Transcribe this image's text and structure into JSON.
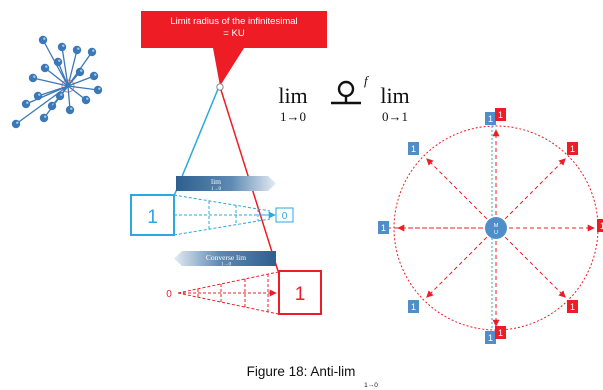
{
  "callout": {
    "text_line1": "Limit radius of the infinitesimal",
    "text_line2": "= KU"
  },
  "formula": {
    "left_lim": "lim",
    "left_sub": "1→0",
    "operator_superscript": "f",
    "right_lim": "lim",
    "right_sub": "0→1"
  },
  "lim_diagram": {
    "top_banner_label": "lim",
    "top_banner_sub": "1→0",
    "top_box_value": "1",
    "top_end_value": "0",
    "bottom_banner_label": "Converse lim",
    "bottom_banner_sub": "1→0",
    "bottom_start_value": "0",
    "bottom_box_value": "1"
  },
  "circle_diagram": {
    "center_label_top": "M",
    "center_label_bottom": "U",
    "blue_box_label": "1",
    "red_box_label": "1"
  },
  "caption": {
    "text": "Figure 18: Anti-lim",
    "sub": "1→0"
  },
  "colors": {
    "red": "#ee1c25",
    "blue": "#2aa8df",
    "box_blue": "#4f8ec9",
    "node_blue": "#3a78b8",
    "center_blue": "#4f8ec9",
    "banner_dark": "#2d5f8f"
  }
}
